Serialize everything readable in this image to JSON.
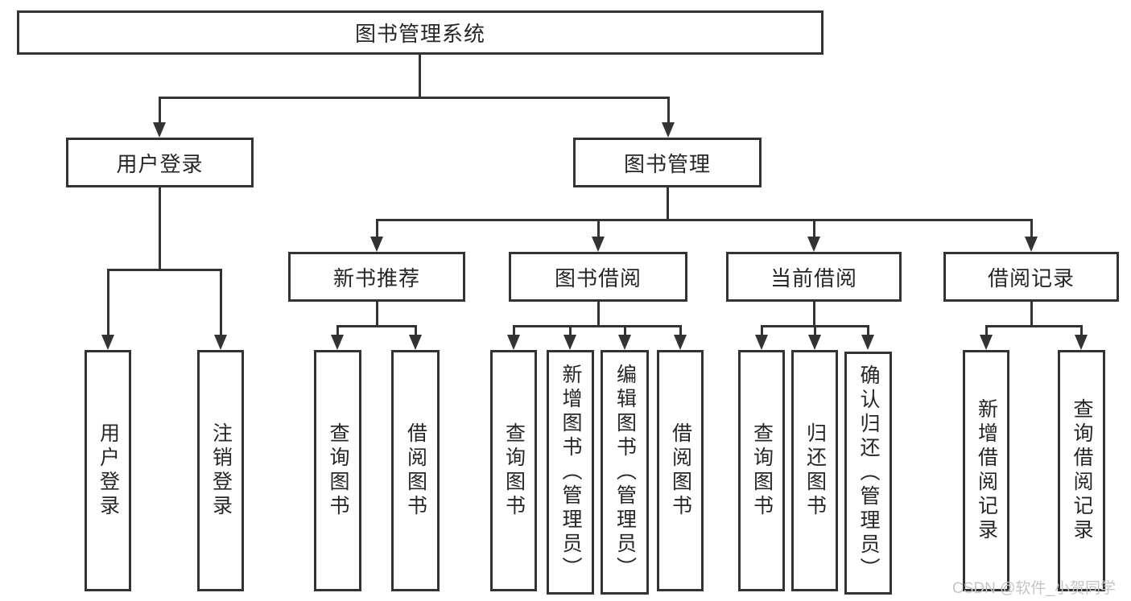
{
  "tree": {
    "root": {
      "label": "图书管理系统"
    },
    "branches": [
      {
        "label": "用户登录",
        "children": [
          {
            "label": "用户登录"
          },
          {
            "label": "注销登录"
          }
        ]
      },
      {
        "label": "图书管理",
        "children": [
          {
            "label": "新书推荐",
            "children": [
              {
                "label": "查询图书"
              },
              {
                "label": "借阅图书"
              }
            ]
          },
          {
            "label": "图书借阅",
            "children": [
              {
                "label": "查询图书"
              },
              {
                "label": "新增图书（管理员）"
              },
              {
                "label": "编辑图书（管理员）"
              },
              {
                "label": "借阅图书"
              }
            ]
          },
          {
            "label": "当前借阅",
            "children": [
              {
                "label": "查询图书"
              },
              {
                "label": "归还图书"
              },
              {
                "label": "确认归还（管理员）"
              }
            ]
          },
          {
            "label": "借阅记录",
            "children": [
              {
                "label": "新增借阅记录"
              },
              {
                "label": "查询借阅记录"
              }
            ]
          }
        ]
      }
    ]
  },
  "watermark": {
    "text": "CSDN @软件_小贺同学"
  },
  "colors": {
    "line": "#333333",
    "text": "#262626",
    "watermark": "#c5c5c5",
    "background": "#ffffff"
  }
}
